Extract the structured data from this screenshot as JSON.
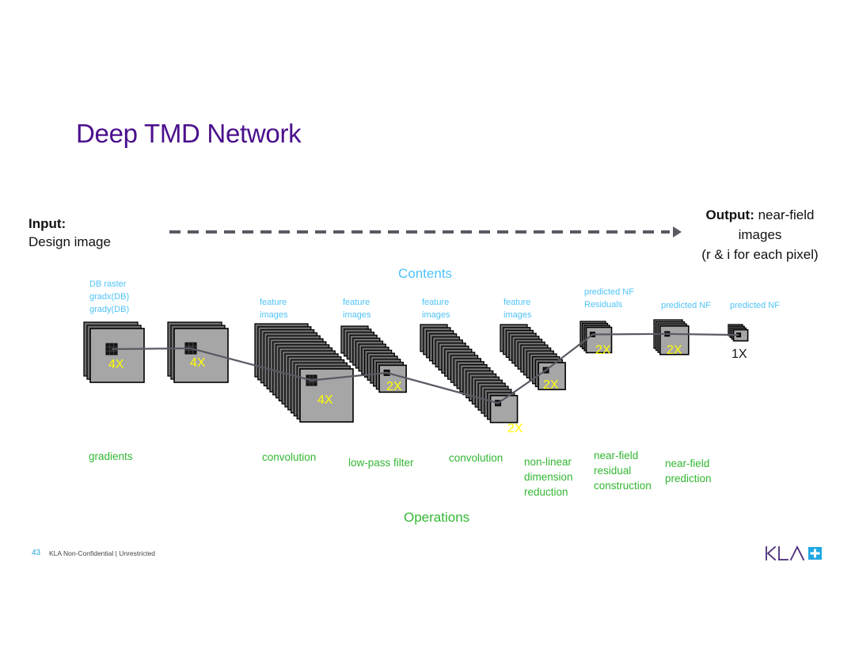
{
  "slide": {
    "title": "Deep TMD Network",
    "page_number": "43",
    "classification": "KLA Non-Confidential | Unrestricted",
    "logo_text": "KLA",
    "logo_accent_color": "#1ea7e1"
  },
  "flow": {
    "input_heading": "Input:",
    "input_text": "Design image",
    "output_heading": "Output:",
    "output_text_line1": " near-field",
    "output_text_line2": "images",
    "output_text_line3": "(r & i for each pixel)",
    "arrow_style": "dashed"
  },
  "section_headings": {
    "contents": "Contents",
    "operations": "Operations"
  },
  "colors": {
    "title": "#4b0f8c",
    "contents": "#4fc3f7",
    "operations": "#33b733",
    "multiplier": "#ffff00",
    "layer_face": "#a6a6a6",
    "connector": "#5a5a64"
  },
  "contents_labels": [
    "DB raster\ngradx(DB)\ngrady(DB)",
    "feature\nimages",
    "feature\nimages",
    "feature\nimages",
    "feature\nimages",
    "predicted NF\nResiduals",
    "predicted NF",
    "predicted NF"
  ],
  "operation_labels": [
    "gradients",
    "convolution",
    "low-pass filter",
    "convolution",
    "non-linear\ndimension\nreduction",
    "near-field\nresidual\nconstruction",
    "near-field\nprediction"
  ],
  "layers": [
    {
      "name": "input-stack",
      "layers": 3,
      "multiplier": "4X"
    },
    {
      "name": "gradient-stack",
      "layers": 3,
      "multiplier": "4X"
    },
    {
      "name": "conv1-stack",
      "layers": 16,
      "multiplier": "4X"
    },
    {
      "name": "lowpass-stack",
      "layers": 14,
      "multiplier": "2X"
    },
    {
      "name": "conv2-stack",
      "layers": 24,
      "multiplier": "2X"
    },
    {
      "name": "reduction-stack",
      "layers": 14,
      "multiplier": "2X"
    },
    {
      "name": "residual-stack",
      "layers": 4,
      "multiplier": "2X"
    },
    {
      "name": "nf-stack",
      "layers": 4,
      "multiplier": "2X"
    },
    {
      "name": "output-stack",
      "layers": 4,
      "multiplier": "1X"
    }
  ]
}
